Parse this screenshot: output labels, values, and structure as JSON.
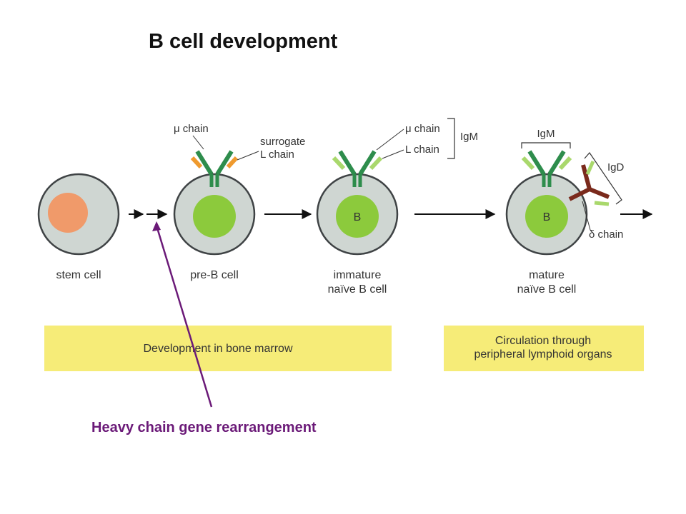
{
  "title": "B cell development",
  "annotation": "Heavy chain gene rearrangement",
  "cells": {
    "stem": "stem cell",
    "preb": "pre-B cell",
    "immature_line1": "immature",
    "immature_line2": "naïve B cell",
    "mature_line1": "mature",
    "mature_line2": "naïve B cell"
  },
  "labels": {
    "mu_chain": "μ chain",
    "surrogate_line1": "surrogate",
    "surrogate_line2": "L chain",
    "l_chain": "L chain",
    "igm": "IgM",
    "igd": "IgD",
    "delta_chain": "δ chain",
    "nucleus_b": "B"
  },
  "boxes": {
    "bone_marrow": "Development in bone marrow",
    "circulation_line1": "Circulation through",
    "circulation_line2": "peripheral lymphoid organs"
  },
  "colors": {
    "cell_fill": "#cfd6d2",
    "cell_stroke": "#3f4345",
    "stem_nucleus": "#f09a6a",
    "b_nucleus": "#8cca3c",
    "heavy_chain": "#2e8d4c",
    "light_chain": "#a9d86c",
    "surrogate": "#ef9a2e",
    "delta": "#7a2a1c",
    "box_fill": "#f6ec78",
    "annotation": "#6b1a78"
  }
}
